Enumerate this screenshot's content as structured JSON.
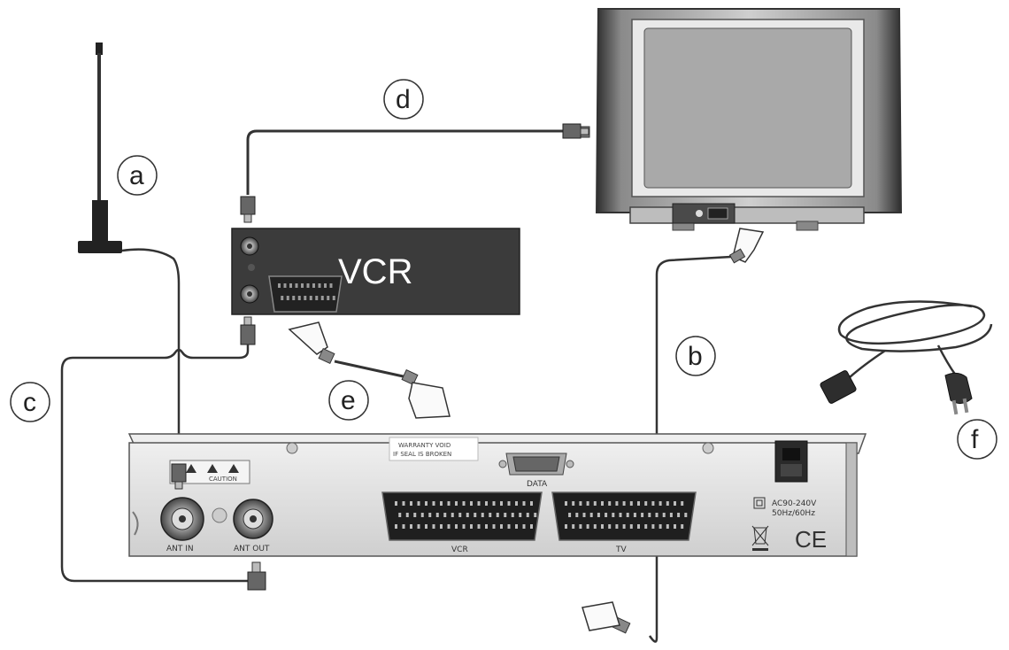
{
  "callouts": {
    "a": "a",
    "b": "b",
    "c": "c",
    "d": "d",
    "e": "e",
    "f": "f"
  },
  "vcr": {
    "label": "VCR"
  },
  "receiver": {
    "sticker_line1": "WARRANTY VOID",
    "sticker_line2": "IF SEAL IS BROKEN",
    "data_port_label": "DATA",
    "scart_vcr_label": "VCR",
    "scart_tv_label": "TV",
    "ant_in_label": "ANT IN",
    "ant_out_label": "ANT OUT",
    "warning_left": "CAUTION",
    "power_line1": "AC90-240V",
    "power_line2": "50Hz/60Hz",
    "ce_mark": "CE"
  },
  "colors": {
    "cable": "#3a3a3a",
    "vcr_body": "#3b3b3b",
    "receiver_body": "#dcdcdc",
    "tv_frame": "#777777",
    "tv_screen": "#a6a6a6"
  }
}
